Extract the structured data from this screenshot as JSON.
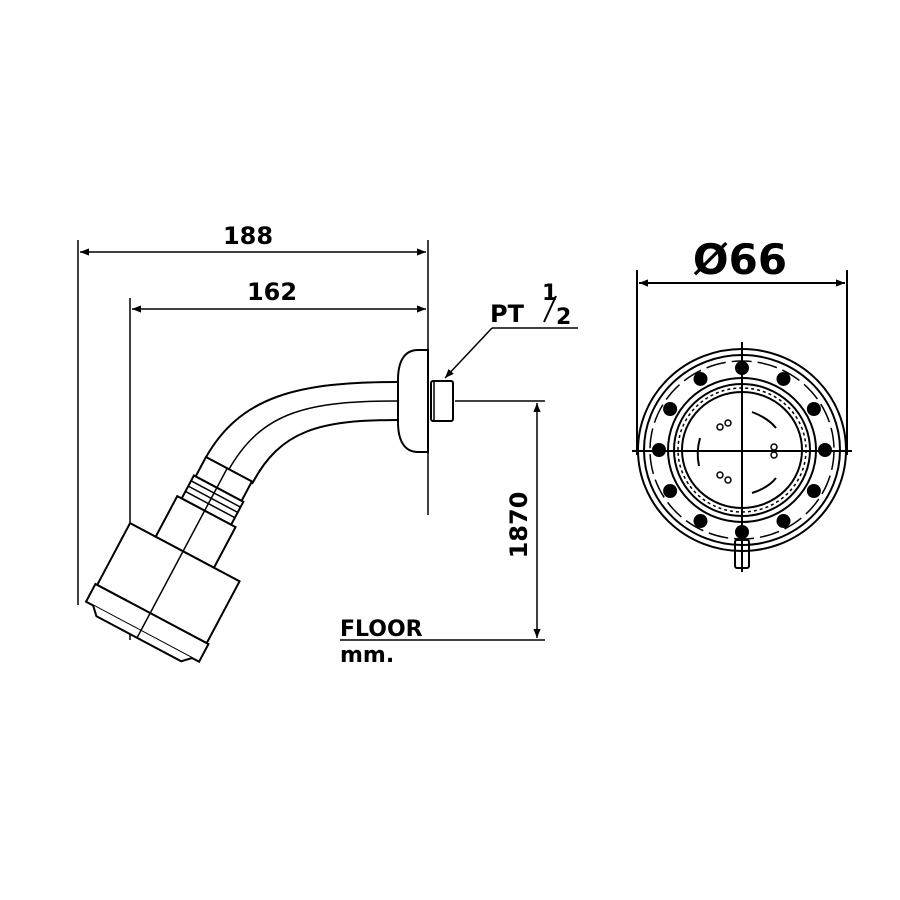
{
  "dimensions": {
    "overall_length": "188",
    "arm_length": "162",
    "height_from_floor": "1870",
    "diameter": "Ø66",
    "thread_prefix": "PT",
    "thread_numerator": "1",
    "thread_denominator": "2"
  },
  "labels": {
    "floor": "FLOOR",
    "unit": "mm."
  },
  "colors": {
    "line": "#000000",
    "background": "#ffffff"
  }
}
